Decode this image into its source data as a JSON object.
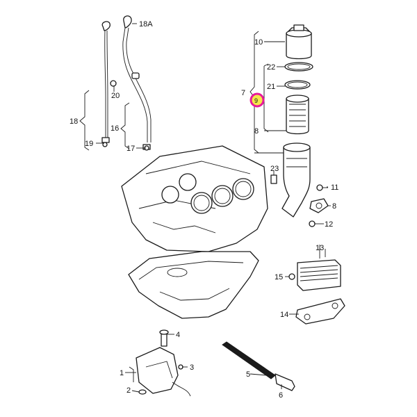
{
  "labels": {
    "l1": "1",
    "l2": "2",
    "l3": "3",
    "l4": "4",
    "l5": "5",
    "l6": "6",
    "l7": "7",
    "l8a": "8",
    "l8b": "8",
    "l9": "9",
    "l10": "10",
    "l11": "11",
    "l12": "12",
    "l13": "13",
    "l14": "14",
    "l15": "15",
    "l16": "16",
    "l17": "17",
    "l18": "18",
    "l18a": "18A",
    "l19": "19",
    "l20": "20",
    "l21": "21",
    "l22": "22",
    "l23": "23"
  },
  "colors": {
    "highlight": "#e8199a",
    "highlight_fill": "#f5e64a",
    "ink": "#1a1a1a"
  }
}
